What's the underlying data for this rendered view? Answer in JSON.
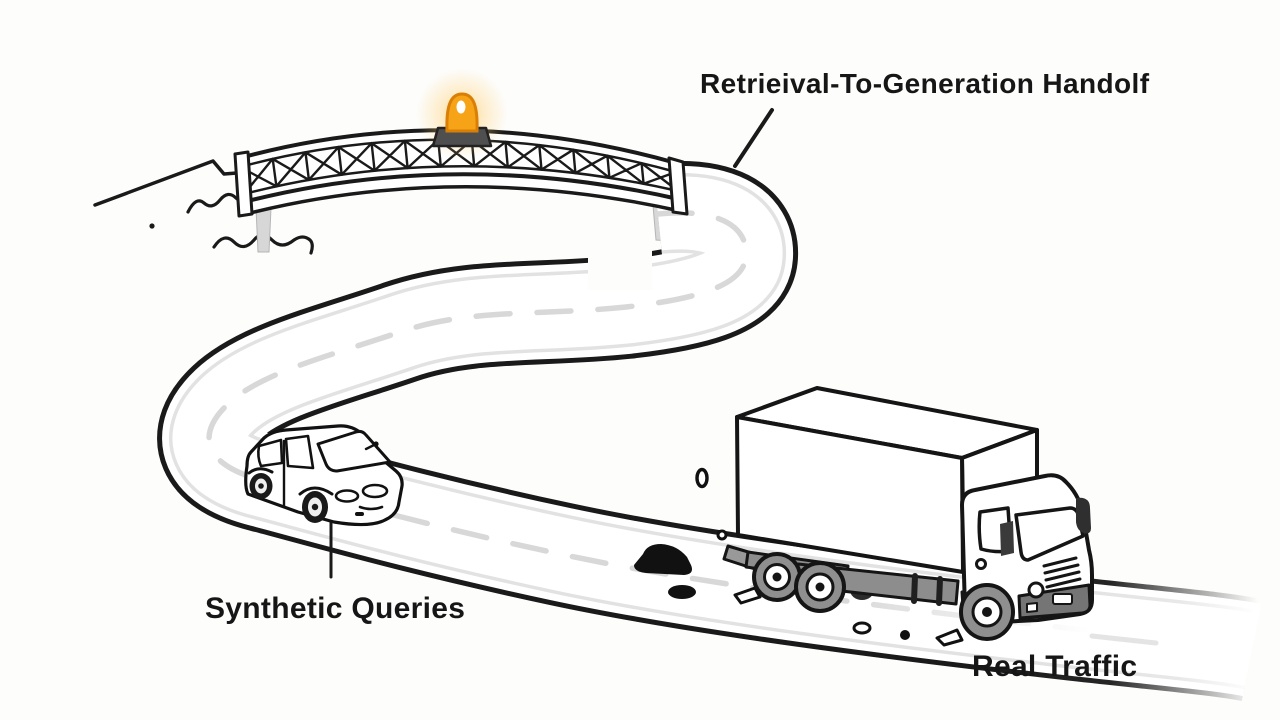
{
  "scene": {
    "title": "Retrieival-To-Generation Handolf",
    "labels": {
      "car": "Synthetic Queries",
      "truck": "Real Traffic"
    },
    "elements": {
      "bridge": "truss-bridge-with-warning-beacon",
      "beacon_icon": "warning-beacon-icon",
      "road": "s-curve-winding-road",
      "car": "sedan-car",
      "truck": "box-truck",
      "debris": "road-debris"
    },
    "colors": {
      "background": "#fdfdfc",
      "ink": "#1a1a1a",
      "beacon_orange": "#f6a318",
      "beacon_glow": "#ffc04d",
      "beacon_base_gray": "#4f4f4f",
      "road_marking_gray": "#d8d8d8",
      "shoulder_gray": "#e2e2e2",
      "pier_gray": "#d7d7d7",
      "truck_gray": "#8f8f8f",
      "bumper_gray": "#757575"
    }
  }
}
